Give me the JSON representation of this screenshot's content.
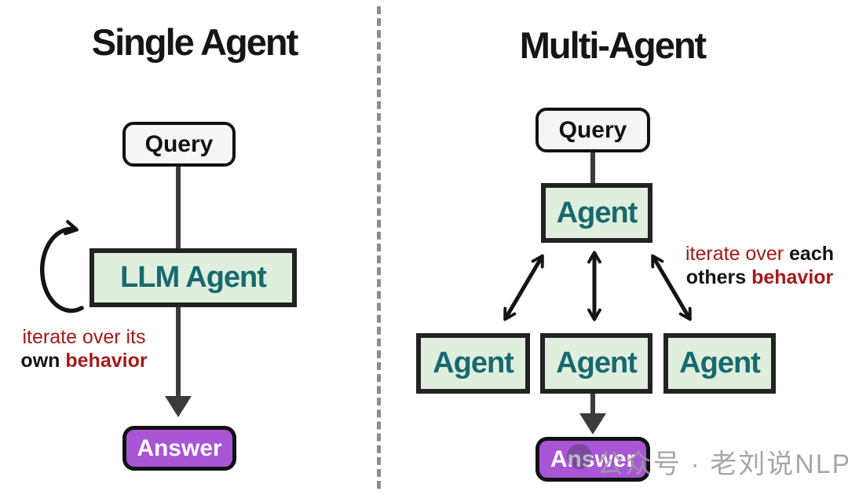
{
  "left_panel": {
    "title": "Single Agent",
    "query_label": "Query",
    "agent_label": "LLM Agent",
    "answer_label": "Answer",
    "note": {
      "line1_red": "iterate over its",
      "line2_black_bold": "own",
      "line2_red_bold": "behavior"
    }
  },
  "right_panel": {
    "title": "Multi-Agent",
    "query_label": "Query",
    "coordinator_label": "Agent",
    "workers": [
      "Agent",
      "Agent",
      "Agent"
    ],
    "answer_label": "Answer",
    "note": {
      "line1_red": "iterate over",
      "line1_black_bold": "each",
      "line2_black_bold": "others",
      "line2_red_bold": "behavior"
    }
  },
  "watermark": {
    "text": "公众号 · 老刘说NLP"
  },
  "colors": {
    "node_green_bg": "#dfeedd",
    "node_teal_text": "#17696f",
    "query_bg": "#f5f5f5",
    "answer_purple": "#a855d6",
    "note_red": "#a31a1a",
    "connector_gray": "#3b3b3b",
    "arrow_black": "#141414",
    "divider_gray": "#8c8c8c",
    "watermark_gray": "#9c9c9c"
  }
}
